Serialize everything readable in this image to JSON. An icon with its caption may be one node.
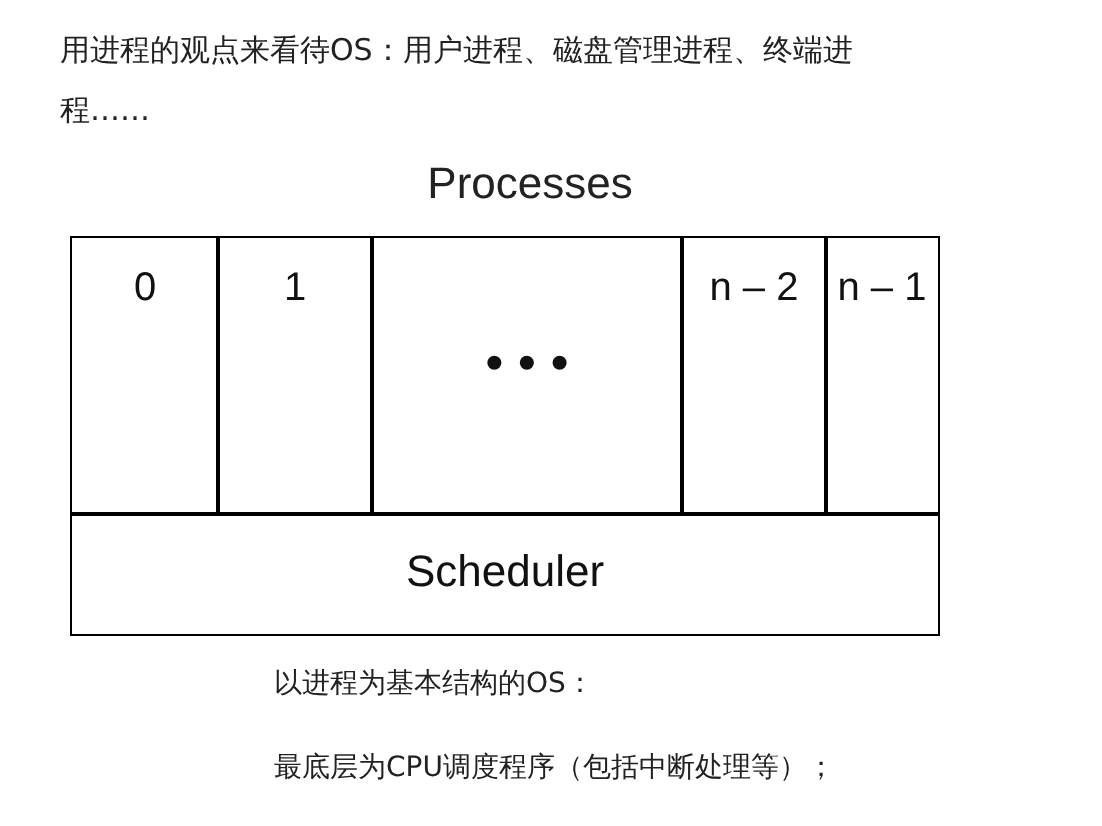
{
  "diagram": {
    "nodes": [
      {
        "text": [
          "0"
        ]
      },
      {
        "text": [
          "1"
        ]
      },
      {
        "text": [
          "• • •"
        ]
      },
      {
        "text": [
          "n – 2"
        ]
      },
      {
        "text": [
          "n – 1"
        ]
      },
      {
        "text": [
          "Scheduler"
        ]
      }
    ],
    "labels": [
      "用进程的观点来看待OS：用户进程、磁盘管理进程、终端进程……",
      "Processes",
      "以进程为基本结构的OS：",
      "最底层为CPU调度程序（包括中断处理等）；"
    ]
  }
}
